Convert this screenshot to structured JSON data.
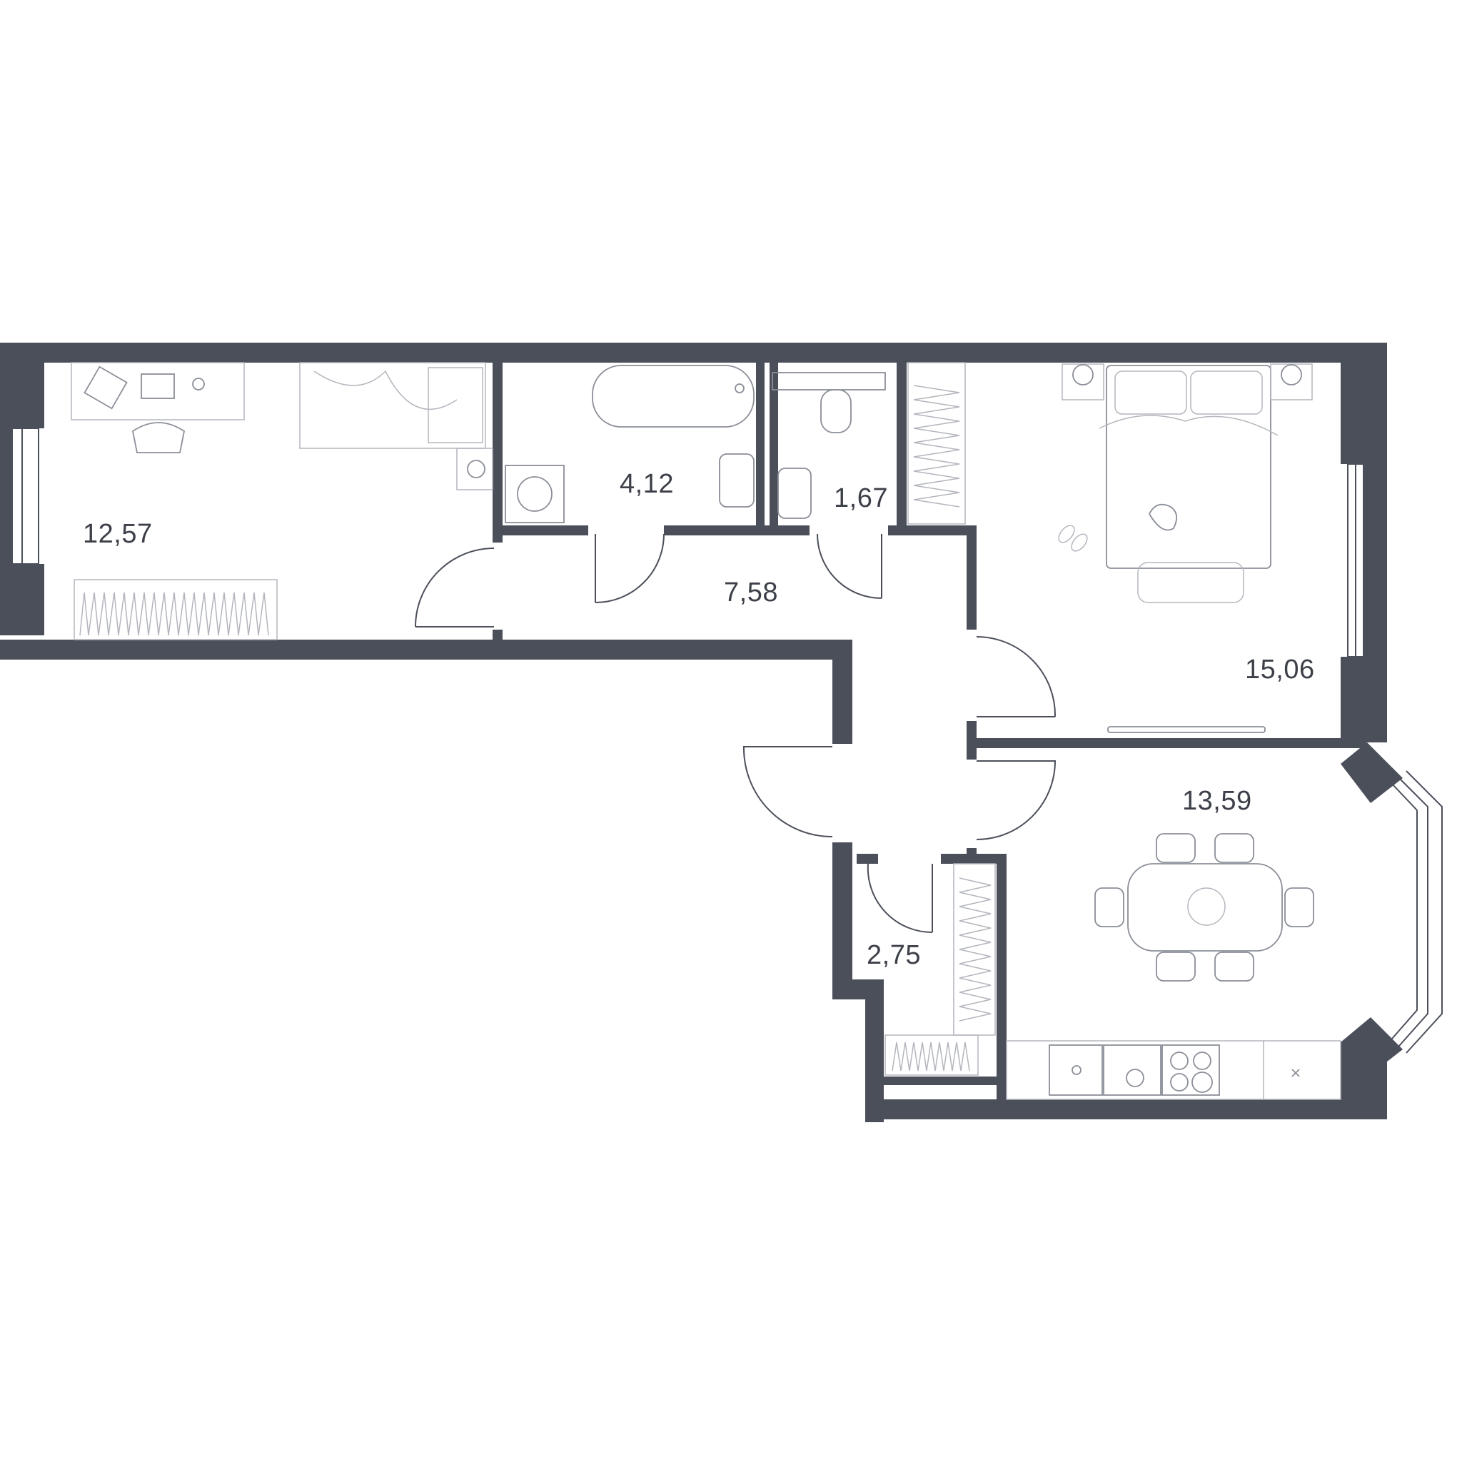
{
  "colors": {
    "wall": "#4b4f5a",
    "furniture": "#8a8e97",
    "background": "#ffffff"
  },
  "rooms": [
    {
      "id": "bedroom-left",
      "area": "12,57"
    },
    {
      "id": "bathroom",
      "area": "4,12"
    },
    {
      "id": "toilet",
      "area": "1,67"
    },
    {
      "id": "hallway",
      "area": "7,58"
    },
    {
      "id": "bedroom-right",
      "area": "15,06"
    },
    {
      "id": "kitchen-living",
      "area": "13,59"
    },
    {
      "id": "storage",
      "area": "2,75"
    }
  ]
}
